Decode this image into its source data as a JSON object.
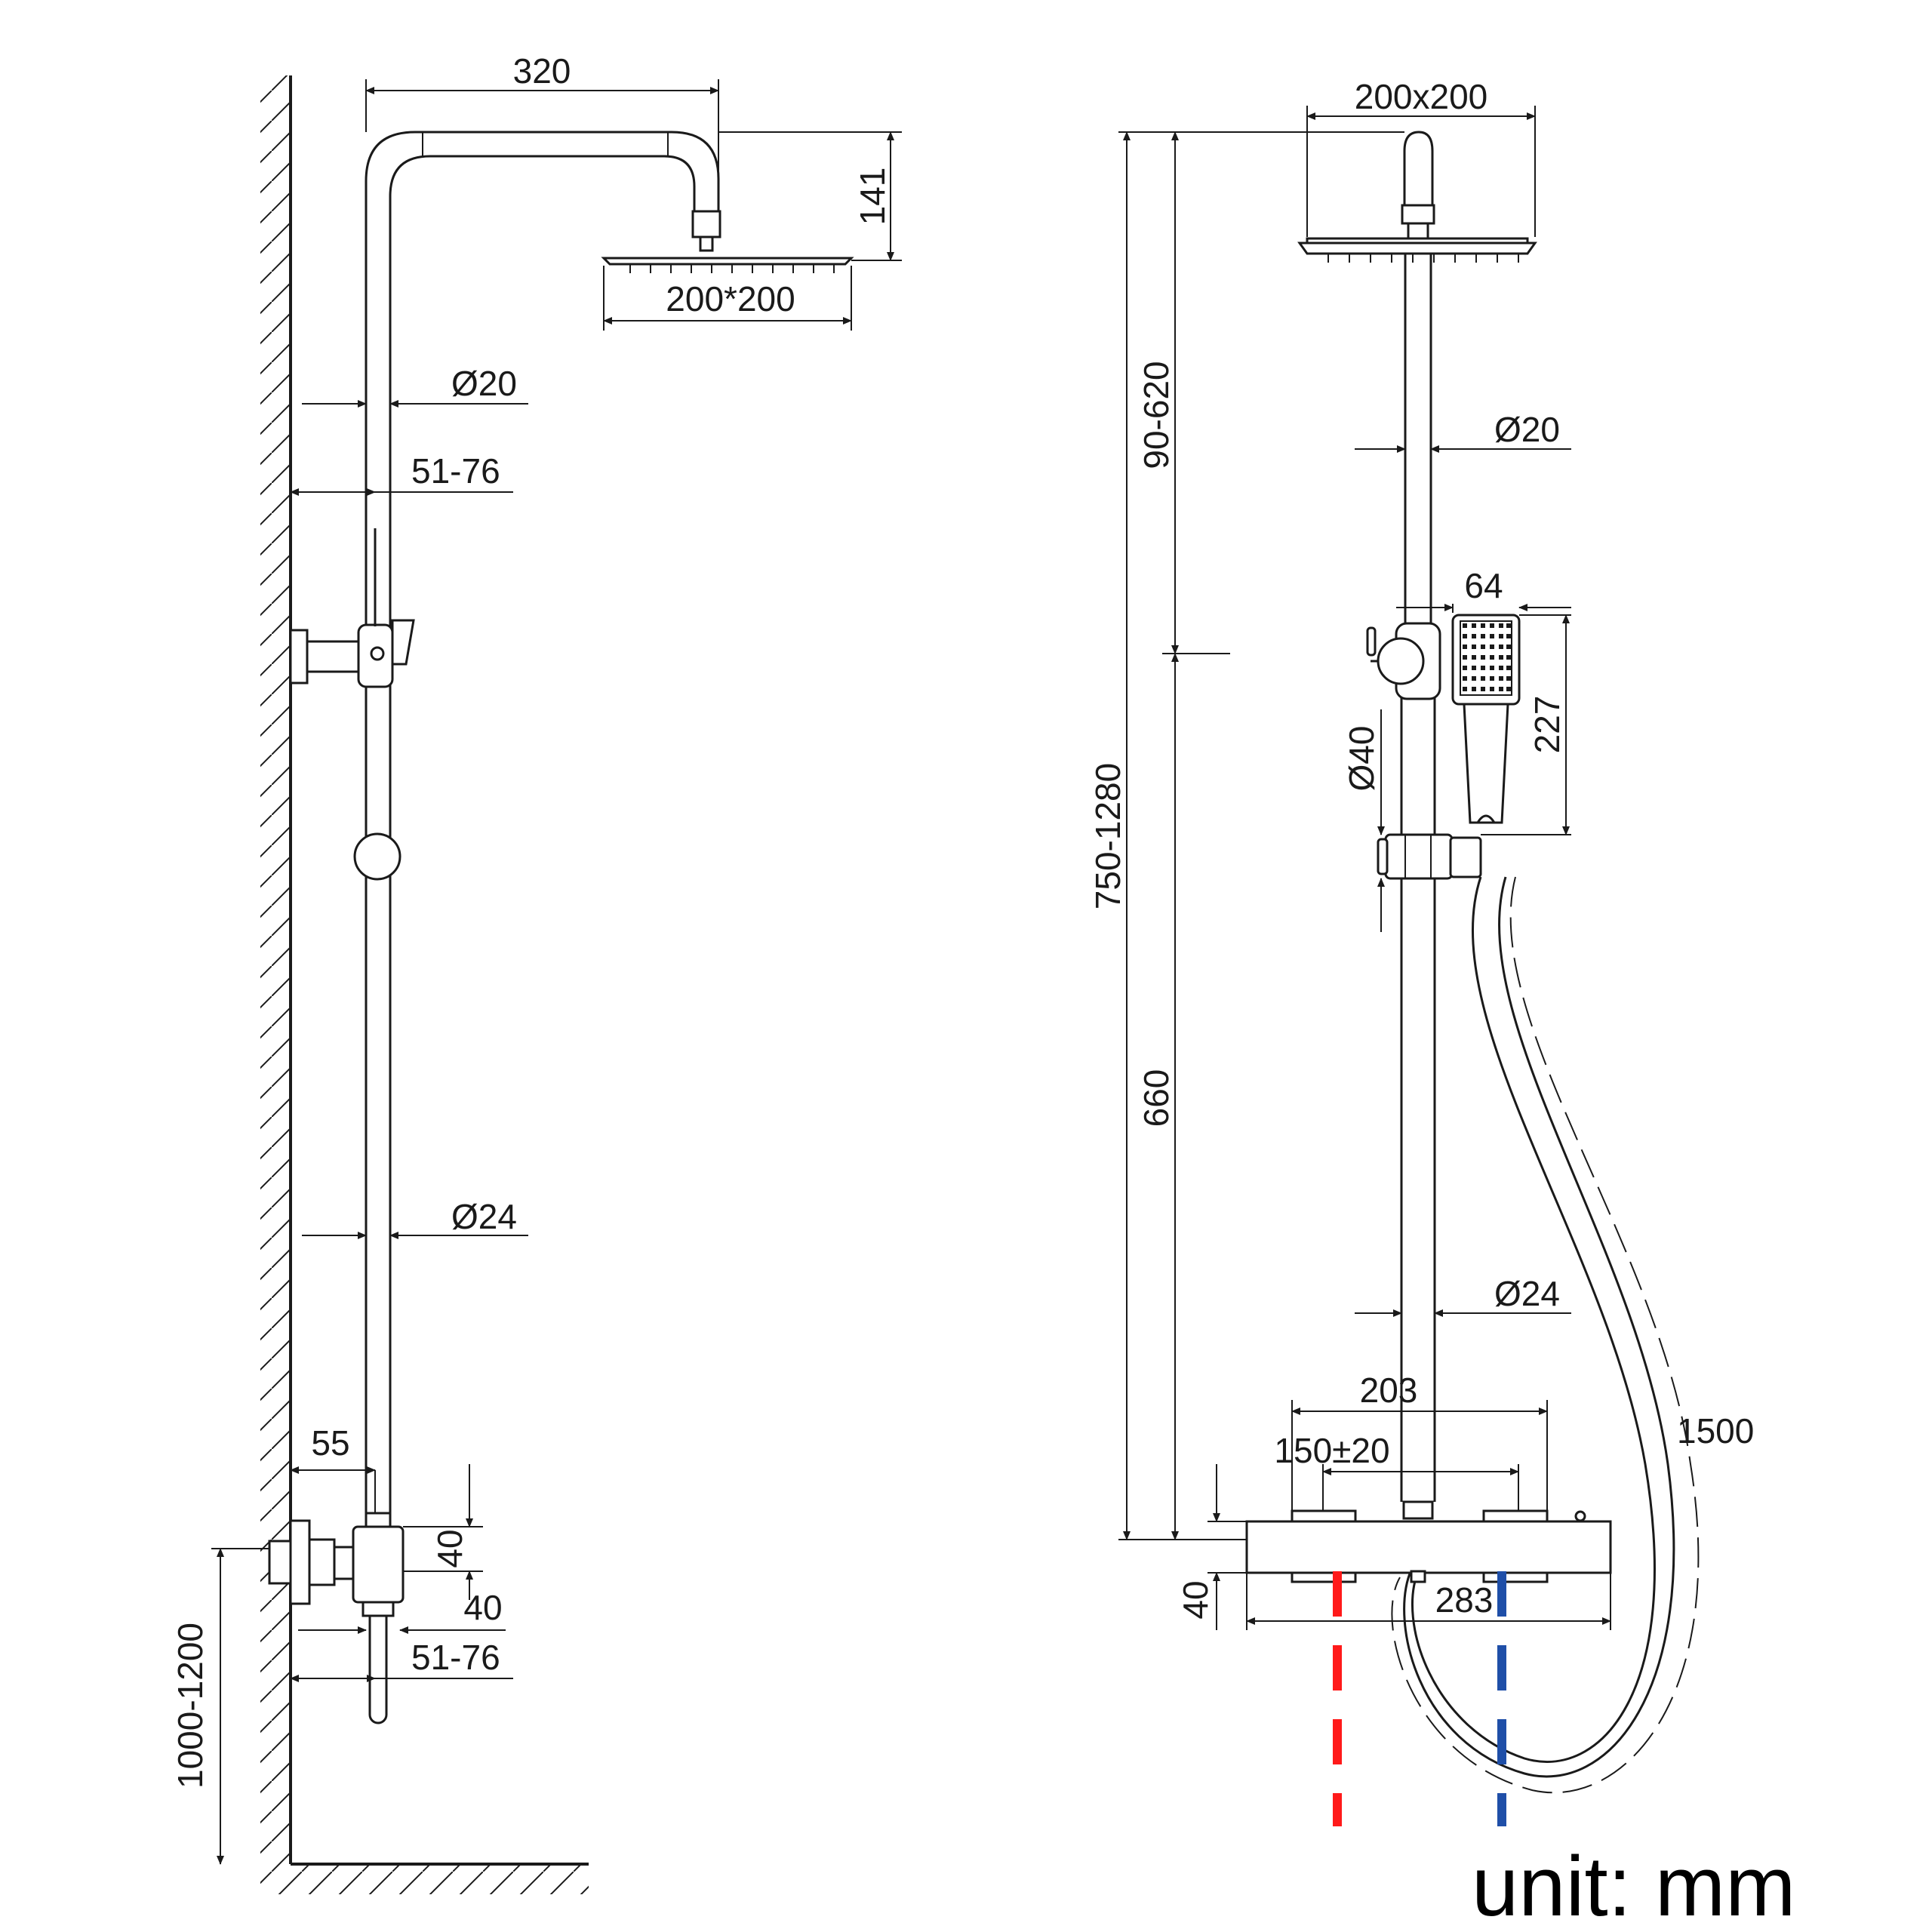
{
  "side_view": {
    "arm_length": "320",
    "head_drop": "141",
    "head_size": "200*200",
    "upper_pipe_dia": "Ø20",
    "upper_wall_offset": "51-76",
    "lower_pipe_dia": "Ø24",
    "inlet_offset": "55",
    "valve_height": "40",
    "valve_depth": "40",
    "lower_wall_offset": "51-76",
    "mount_height": "1000-1200"
  },
  "front_view": {
    "head_size": "200x200",
    "adjustable_height": "90-620",
    "total_height": "750-1280",
    "lower_height": "660",
    "upper_pipe_dia": "Ø20",
    "handshower_width": "64",
    "handshower_length": "227",
    "holder_dia": "Ø40",
    "lower_pipe_dia": "Ø24",
    "mixer_width": "203",
    "inlet_spacing": "150±20",
    "mixer_length": "283",
    "mixer_height": "40",
    "hose_length": "1500"
  },
  "colors": {
    "hot_inlet": "#ff1a1a",
    "cold_inlet": "#1f4fa8"
  },
  "unit_label": "unit: mm"
}
